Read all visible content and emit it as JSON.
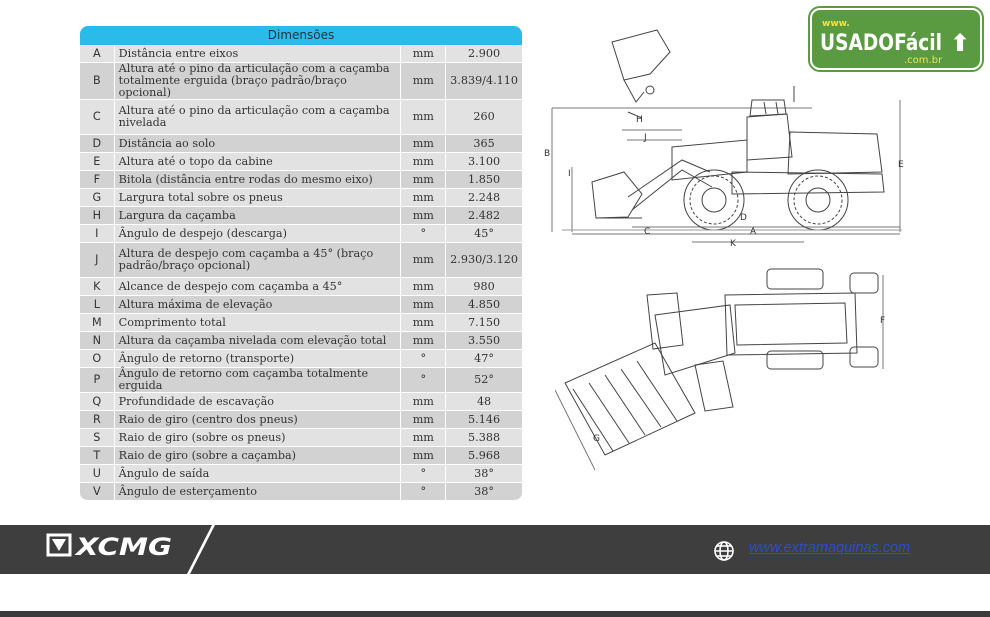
{
  "table": {
    "title": "Dimensões",
    "rows": [
      {
        "letter": "A",
        "desc": "Distância entre eixos",
        "unit": "mm",
        "value": "2.900"
      },
      {
        "letter": "B",
        "desc": "Altura até o pino da articulação com a caçamba totalmente erguida (braço padrão/braço opcional)",
        "unit": "mm",
        "value": "3.839/4.110"
      },
      {
        "letter": "C",
        "desc": "Altura até o pino da articulação com a caçamba nivelada",
        "unit": "mm",
        "value": "260"
      },
      {
        "letter": "D",
        "desc": "Distância ao solo",
        "unit": "mm",
        "value": "365"
      },
      {
        "letter": "E",
        "desc": "Altura até o topo da cabine",
        "unit": "mm",
        "value": "3.100"
      },
      {
        "letter": "F",
        "desc": "Bitola (distância entre rodas do mesmo eixo)",
        "unit": "mm",
        "value": "1.850"
      },
      {
        "letter": "G",
        "desc": "Largura total sobre os pneus",
        "unit": "mm",
        "value": "2.248"
      },
      {
        "letter": "H",
        "desc": "Largura da caçamba",
        "unit": "mm",
        "value": "2.482"
      },
      {
        "letter": "I",
        "desc": "Ângulo de despejo (descarga)",
        "unit": "°",
        "value": "45°"
      },
      {
        "letter": "J",
        "desc": "Altura de despejo com caçamba a 45° (braço padrão/braço opcional)",
        "unit": "mm",
        "value": "2.930/3.120"
      },
      {
        "letter": "K",
        "desc": "Alcance de despejo com caçamba a 45°",
        "unit": "mm",
        "value": "980"
      },
      {
        "letter": "L",
        "desc": "Altura máxima de elevação",
        "unit": "mm",
        "value": "4.850"
      },
      {
        "letter": "M",
        "desc": "Comprimento total",
        "unit": "mm",
        "value": "7.150"
      },
      {
        "letter": "N",
        "desc": "Altura da caçamba nivelada com elevação total",
        "unit": "mm",
        "value": "3.550"
      },
      {
        "letter": "O",
        "desc": "Ângulo de retorno (transporte)",
        "unit": "°",
        "value": "47°"
      },
      {
        "letter": "P",
        "desc": "Ângulo de retorno com caçamba totalmente erguida",
        "unit": "°",
        "value": "52°"
      },
      {
        "letter": "Q",
        "desc": "Profundidade de escavação",
        "unit": "mm",
        "value": "48"
      },
      {
        "letter": "R",
        "desc": "Raio de giro (centro dos pneus)",
        "unit": "mm",
        "value": "5.146"
      },
      {
        "letter": "S",
        "desc": "Raio de giro (sobre os pneus)",
        "unit": "mm",
        "value": "5.388"
      },
      {
        "letter": "T",
        "desc": "Raio de giro (sobre a caçamba)",
        "unit": "mm",
        "value": "5.968"
      },
      {
        "letter": "U",
        "desc": "Ângulo de saída",
        "unit": "°",
        "value": "38°"
      },
      {
        "letter": "V",
        "desc": "Ângulo de esterçamento",
        "unit": "°",
        "value": "38°"
      }
    ]
  },
  "drawing_labels": {
    "h": "H",
    "j": "J",
    "b": "B",
    "i": "I",
    "e": "E",
    "c": "C",
    "d": "D",
    "a": "A",
    "k": "K",
    "f": "F",
    "g": "G"
  },
  "badge": {
    "www": "www.",
    "name": "USADOFácil",
    "domain": ".com.br",
    "arrow": "⬆"
  },
  "footer": {
    "brand": "XCMG",
    "url": "www.extramaquinas.com"
  },
  "colors": {
    "header": "#2bbbe8",
    "badge": "#5a9b42",
    "footer": "#3e3e3e",
    "link": "#2c4fc8"
  },
  "icons": [
    "globe-icon",
    "xcmg-logo-icon",
    "arrow-up-icon"
  ]
}
